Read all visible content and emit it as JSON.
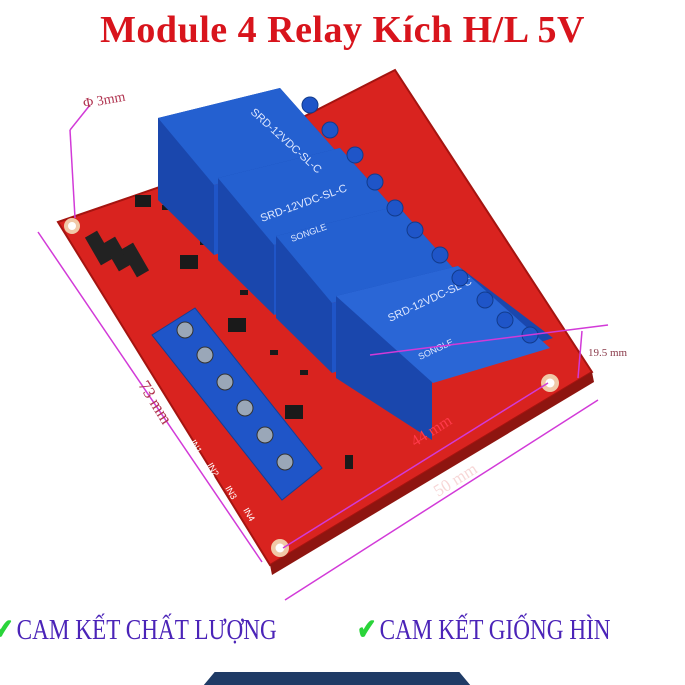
{
  "title": "Module 4 Relay Kích H/L 5V",
  "dimensions": {
    "hole": "Φ 3mm",
    "height": "19.5 mm",
    "hole_spacing": "44 mm",
    "width": "50 mm",
    "length": "73 mm"
  },
  "relay": {
    "model": "SRD-12VDC-SL-C",
    "brand": "SONGLE"
  },
  "pins": [
    "IN1",
    "IN2",
    "IN3",
    "IN4"
  ],
  "promises": [
    {
      "icon": "check-icon",
      "text": "CAM KẾT CHẤT LƯỢNG"
    },
    {
      "icon": "check-icon",
      "text": "CAM KẾT GIỐNG HÌN"
    }
  ],
  "colors": {
    "title": "#d8141c",
    "promise": "#4b24b8",
    "check": "#2ad43a",
    "board": "#d9231f",
    "relay": "#1f55c8",
    "dimension": "#d23ad8"
  }
}
